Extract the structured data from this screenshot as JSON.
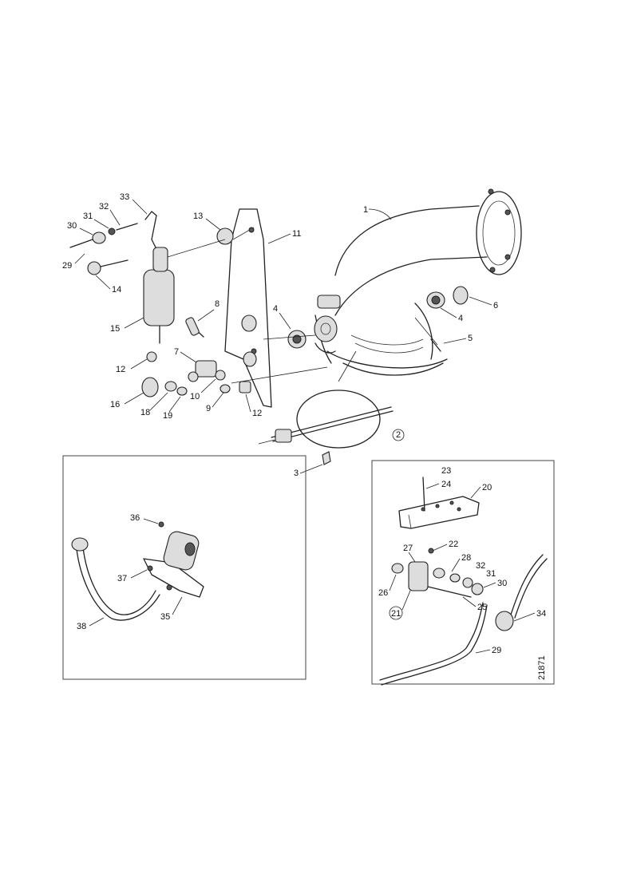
{
  "labels": {
    "n1": "1",
    "n2": "2",
    "n3": "3",
    "n4a": "4",
    "n4b": "4",
    "n5": "5",
    "n6": "6",
    "n7": "7",
    "n8": "8",
    "n9": "9",
    "n10": "10",
    "n11": "11",
    "n12a": "12",
    "n12b": "12",
    "n13": "13",
    "n14": "14",
    "n15": "15",
    "n16": "16",
    "n18": "18",
    "n19": "19",
    "n20": "20",
    "n21": "21",
    "n22": "22",
    "n23": "23",
    "n24": "24",
    "n25": "25",
    "n26": "26",
    "n27": "27",
    "n28": "28",
    "n29a": "29",
    "n29b": "29",
    "n30a": "30",
    "n30b": "30",
    "n31a": "31",
    "n31b": "31",
    "n32a": "32",
    "n32b": "32",
    "n33": "33",
    "n34": "34",
    "n35": "35",
    "n36": "36",
    "n37": "37",
    "n38": "38",
    "ref": "21871"
  }
}
